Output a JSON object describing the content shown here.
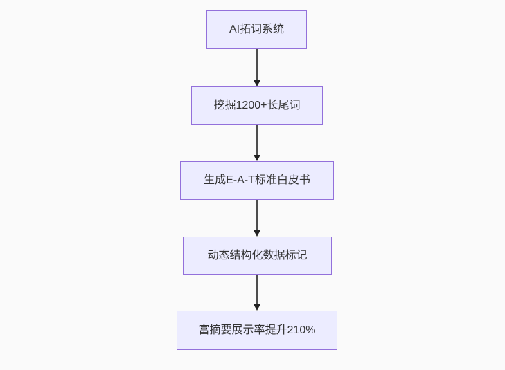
{
  "diagram": {
    "type": "flowchart",
    "direction": "top-down",
    "nodes": [
      {
        "id": "A",
        "label": "AI拓词系统"
      },
      {
        "id": "B",
        "label": "挖掘1200+长尾词"
      },
      {
        "id": "C",
        "label": "生成E-A-T标准白皮书"
      },
      {
        "id": "D",
        "label": "动态结构化数据标记"
      },
      {
        "id": "E",
        "label": "富摘要展示率提升210%"
      }
    ],
    "edges": [
      {
        "from": "A",
        "to": "B",
        "arrow": "down-arrow"
      },
      {
        "from": "B",
        "to": "C",
        "arrow": "down-arrow"
      },
      {
        "from": "C",
        "to": "D",
        "arrow": "down-arrow"
      },
      {
        "from": "D",
        "to": "E",
        "arrow": "down-arrow"
      }
    ],
    "colors": {
      "background": "#fafafa",
      "node_fill": "#ECECFF",
      "node_border": "#9370DB",
      "node_text": "#333333",
      "edge_line": "#4d4d4d",
      "arrowhead": "#222222"
    }
  }
}
